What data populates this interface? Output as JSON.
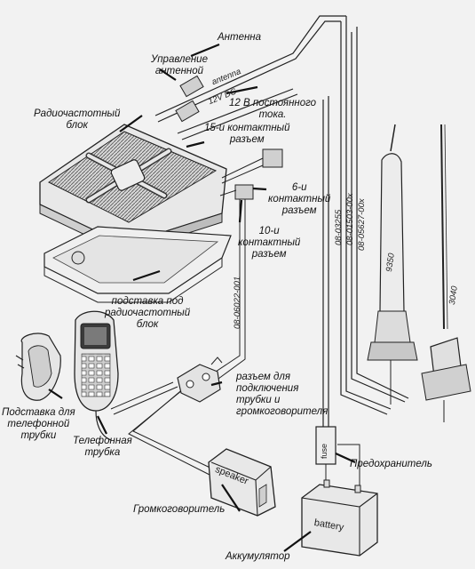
{
  "labels": {
    "antenna": "Антенна",
    "antenna_control": "Управление\nантенной",
    "power_12v": "12 В постоянного\nтока.",
    "rf_unit": "Радиочастотный\nблок",
    "pin15": "15-и контактный\nразъем",
    "pin6": "6-и\nконтактный\nразъем",
    "pin10": "10-и\nконтактный\nразъем",
    "rf_base": "подставка под\nрадиочастотный\nблок",
    "handset_connector": "разъем для\nподключения\nтрубки и\nгромкоговорителя",
    "handset_cradle": "Подставка для\nтелефонной\nтрубки",
    "handset": "Телефонная\nтрубка",
    "fuse_label": "Предохранитель",
    "speaker_label": "Громкоговоритель",
    "battery_label": "Аккумулятор"
  },
  "cable_text": {
    "antenna": "antenna",
    "power": "12V DC"
  },
  "part_numbers": {
    "cable1": "08-06022-001",
    "cable2": "08-03255",
    "cable3": "08-01503-00x",
    "cable4": "08-05627-00x",
    "whip1": "9350",
    "whip2": "3040"
  },
  "device_text": {
    "speaker": "speaker",
    "fuse": "fuse",
    "battery": "battery"
  }
}
